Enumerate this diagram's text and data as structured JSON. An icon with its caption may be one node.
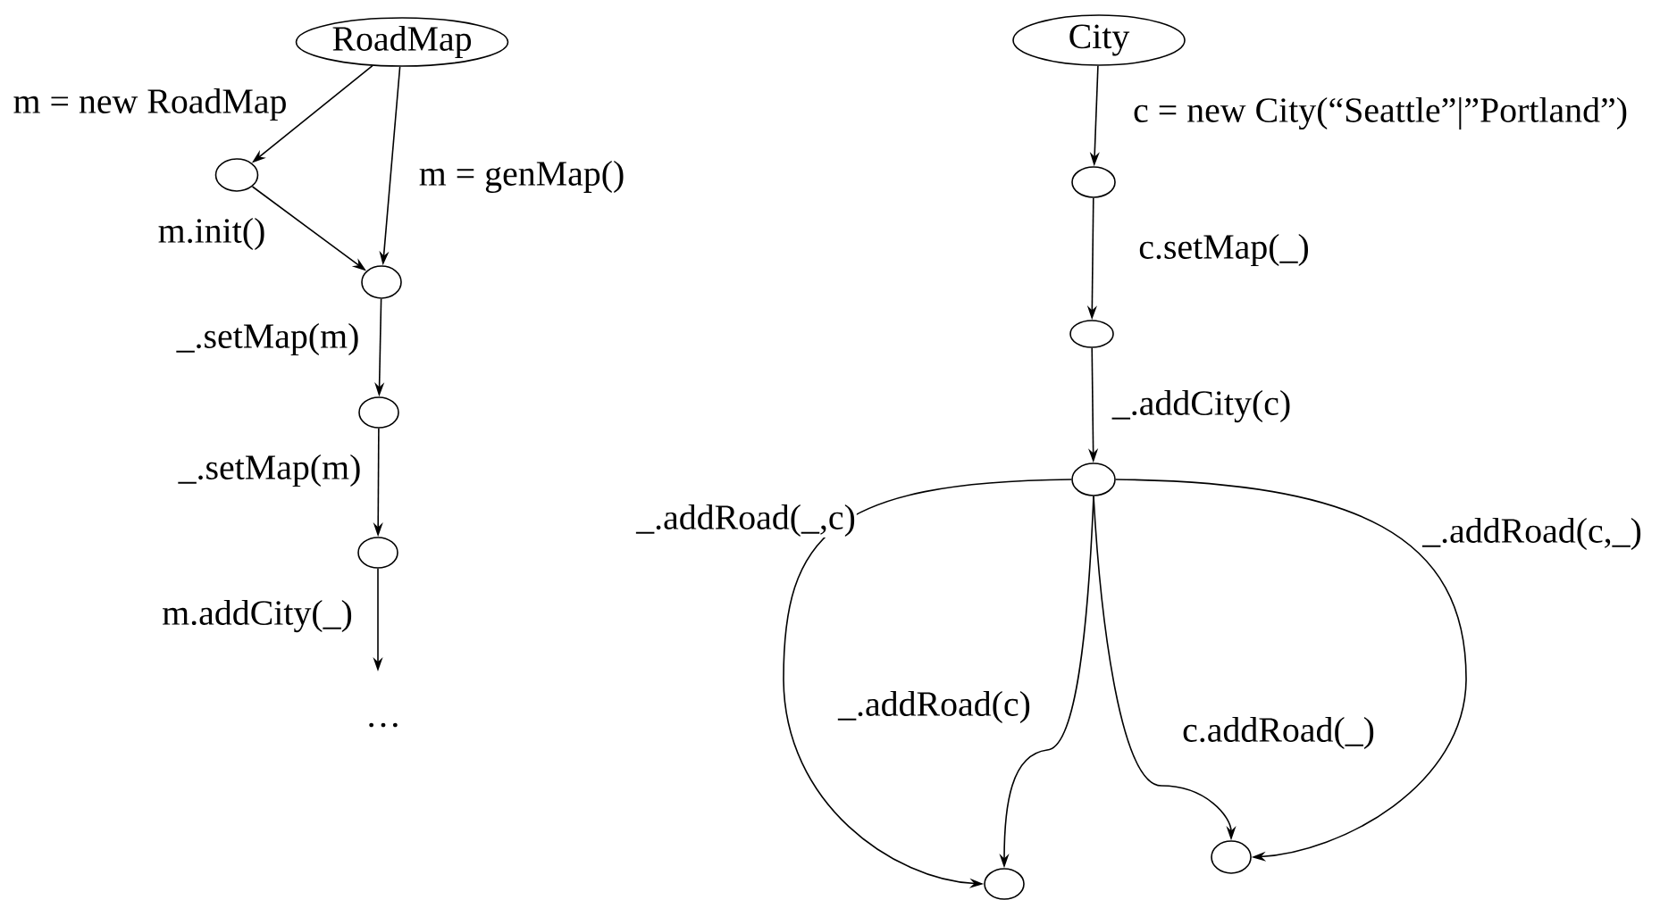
{
  "diagram": {
    "nodes": [
      {
        "text": [
          "RoadMap"
        ]
      },
      {
        "text": [],
        "shape": "ellipse"
      },
      {
        "text": [],
        "shape": "ellipse"
      },
      {
        "text": [],
        "shape": "ellipse"
      },
      {
        "text": [],
        "shape": "ellipse"
      },
      {
        "text": [
          "City"
        ]
      },
      {
        "text": [],
        "shape": "ellipse"
      },
      {
        "text": [],
        "shape": "ellipse"
      },
      {
        "text": [],
        "shape": "ellipse"
      },
      {
        "text": [],
        "shape": "ellipse"
      },
      {
        "text": [],
        "shape": "ellipse"
      }
    ],
    "edges": [
      {
        "from": 0,
        "to": 1,
        "arrow": "to",
        "label": "m = new RoadMap"
      },
      {
        "from": 0,
        "to": 2,
        "arrow": "to",
        "label": "m = genMap()"
      },
      {
        "from": 1,
        "to": 2,
        "arrow": "to",
        "label": "m.init()"
      },
      {
        "from": 2,
        "to": 3,
        "arrow": "to",
        "label": "_.setMap(m)"
      },
      {
        "from": 3,
        "to": 4,
        "arrow": "to",
        "label": "_.setMap(m)"
      },
      {
        "from": 4,
        "to": null,
        "arrow": "to",
        "label": "m.addCity(_)"
      },
      {
        "from": 5,
        "to": 6,
        "arrow": "to",
        "label": "c = new City(“Seattle”|”Portland”)"
      },
      {
        "from": 6,
        "to": 7,
        "arrow": "to",
        "label": "c.setMap(_)"
      },
      {
        "from": 7,
        "to": 8,
        "arrow": "to",
        "label": "_.addCity(c)"
      },
      {
        "from": 8,
        "to": 9,
        "arrow": "to",
        "label": "_.addRoad(_,c)"
      },
      {
        "from": 8,
        "to": 9,
        "arrow": "to",
        "label": "_.addRoad(c)"
      },
      {
        "from": 8,
        "to": 10,
        "arrow": "to",
        "label": "c.addRoad(_)"
      },
      {
        "from": 8,
        "to": 10,
        "arrow": "to",
        "label": "_.addRoad(c,_)"
      }
    ],
    "labels": [
      "…"
    ]
  }
}
